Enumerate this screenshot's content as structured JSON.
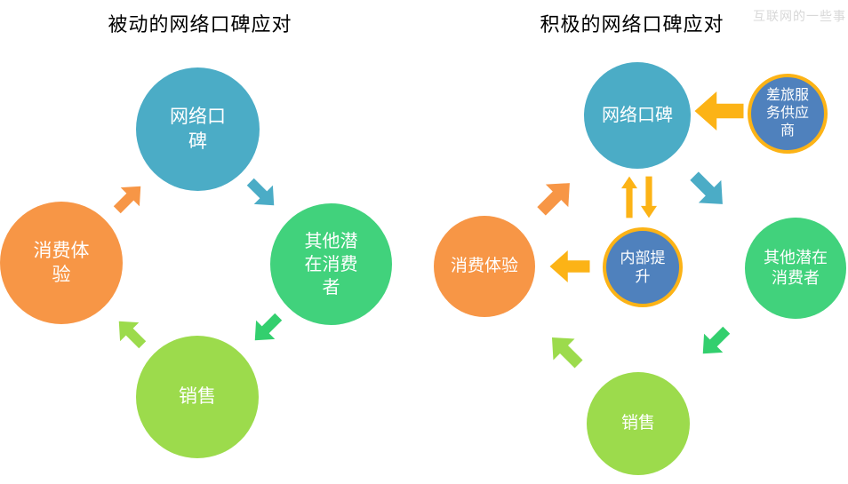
{
  "watermark": "互联网的一些事",
  "colors": {
    "teal": "#4BACC6",
    "orange": "#F79646",
    "green": "#41D27C",
    "green_arrow": "#33CF6E",
    "light_green": "#9CDB4C",
    "gold": "#FCB316",
    "blue": "#4F81BD",
    "title_text": "#000000",
    "watermark_text": "#D8D8D8",
    "circle_text": "#FFFFFF"
  },
  "left_diagram": {
    "title": "被动的网络口碑应对",
    "nodes": {
      "word_of_mouth": "网络口\n碑",
      "consumer_experience": "消费体\n验",
      "other_potential_consumers": "其他潜\n在消费\n者",
      "sales": "销售"
    }
  },
  "right_diagram": {
    "title": "积极的网络口碑应对",
    "nodes": {
      "word_of_mouth": "网络口碑",
      "travel_service_supplier": "差旅服\n务供应\n商",
      "internal_improvement": "内部提\n升",
      "consumer_experience": "消费体验",
      "other_potential_consumers": "其他潜在\n消费者",
      "sales": "销售"
    }
  }
}
